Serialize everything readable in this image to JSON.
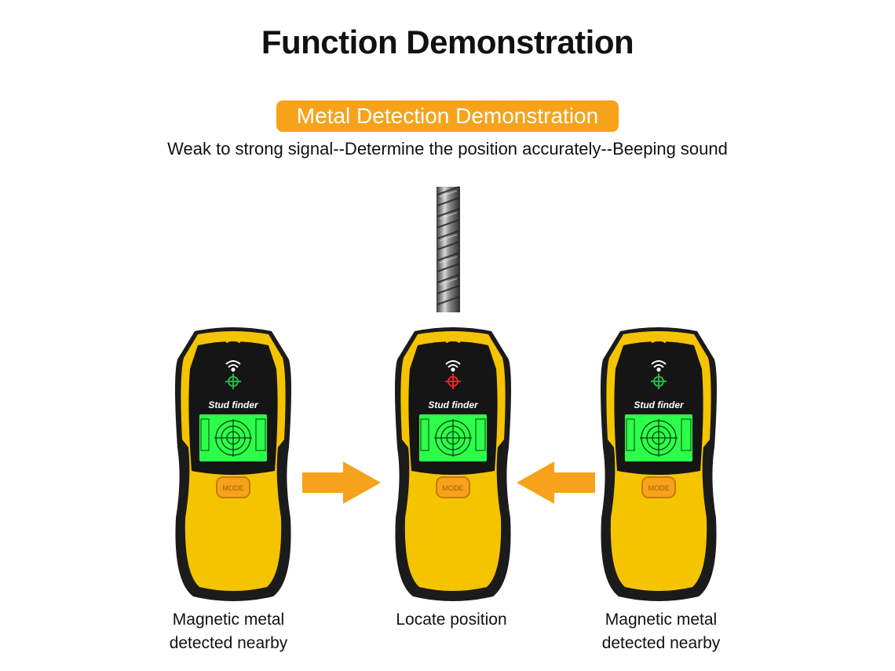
{
  "header": {
    "title": "Function Demonstration",
    "badge": "Metal Detection Demonstration",
    "subtitle": "Weak to strong signal--Determine the position accurately--Beeping sound"
  },
  "colors": {
    "accent_orange": "#f7a21b",
    "device_yellow": "#f5c400",
    "device_black": "#1b1b1b",
    "lcd_green": "#2cff4a",
    "indicator_green": "#29b34a",
    "indicator_red": "#e32626"
  },
  "devices": [
    {
      "brand": "Stud finder",
      "button": "MODE",
      "indicator": "green",
      "caption_line1": "Magnetic metal",
      "caption_line2": "detected nearby"
    },
    {
      "brand": "Stud finder",
      "button": "MODE",
      "indicator": "red",
      "caption_line1": "Locate position",
      "caption_line2": ""
    },
    {
      "brand": "Stud finder",
      "button": "MODE",
      "indicator": "green",
      "caption_line1": "Magnetic metal",
      "caption_line2": "detected nearby"
    }
  ],
  "arrows": [
    {
      "direction": "right",
      "icon": "arrow-right-icon"
    },
    {
      "direction": "left",
      "icon": "arrow-left-icon"
    }
  ],
  "rebar": {
    "icon": "rebar-icon"
  }
}
